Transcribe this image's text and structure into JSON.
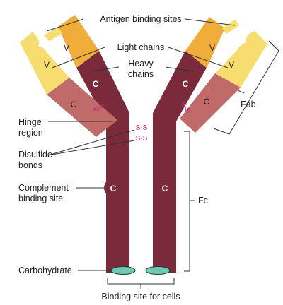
{
  "labels": {
    "antigen_binding_sites": "Antigen binding sites",
    "light_chains": "Light chains",
    "heavy_chains_line1": "Heavy",
    "heavy_chains_line2": "chains",
    "hinge_line1": "Hinge",
    "hinge_line2": "region",
    "disulfide_line1": "Disulfide",
    "disulfide_line2": "bonds",
    "complement_line1": "Complement",
    "complement_line2": "binding site",
    "carbohydrate": "Carbohydrate",
    "binding_site_cells": "Binding site for cells",
    "fab": "Fab",
    "fc": "Fc"
  },
  "domain_labels": {
    "variable": "V",
    "constant": "C",
    "disulfide": "S-S"
  },
  "colors": {
    "heavy_chain": "#7a2a3a",
    "light_chain_variable": "#f7dd70",
    "light_chain_constant": "#c06a6a",
    "heavy_variable": "#f0ad3a",
    "carbohydrate": "#6ec9b0",
    "disulfide": "#c0207a"
  }
}
